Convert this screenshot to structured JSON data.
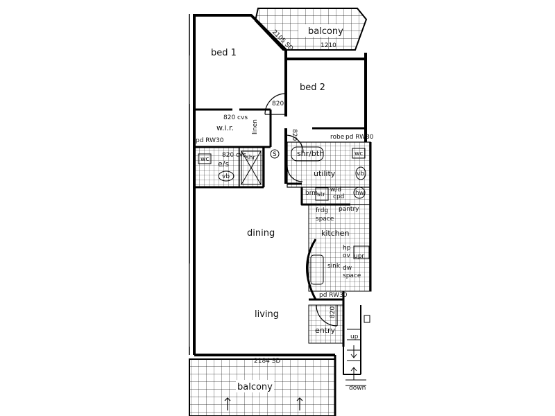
{
  "rooms": {
    "balcony_top": "balcony",
    "bed1": "bed 1",
    "bed2": "bed 2",
    "wir": "w.i.r.",
    "linen": "linen",
    "ensuite": "e/s",
    "shr_bth": "shr/bth",
    "utility": "utility",
    "dining": "dining",
    "kitchen": "kitchen",
    "living": "living",
    "entry": "entry",
    "balcony_bottom": "balcony",
    "brm": "brm",
    "store": "str",
    "pantry": "pantry",
    "fridge": "frdg",
    "fridge2": "space",
    "hp": "hp",
    "oven": "ov",
    "sink": "sink",
    "dw": "dw",
    "dw2": "space",
    "wd": "w/d"
  },
  "fixtures": {
    "wc1": "wc",
    "wc2": "wc",
    "vb1": "vb",
    "vb2": "vb",
    "shr": "shr",
    "hw": "hw",
    "s": "S",
    "cpd": "cpd",
    "robe": "robe"
  },
  "dimensions": {
    "balcony_door": "1210",
    "bed1_door": "2105 SD",
    "bed2_door": "820",
    "wir_door": "820 cvs",
    "bed2_side": "820",
    "robe_top": "pd RW30",
    "bed1_robe": "pd RW30",
    "ensuite_door": "820 cvs",
    "living_door": "2184 SD",
    "kitchen_pd": "pd RW30",
    "entry_door": "820"
  },
  "labels": {
    "up": "up",
    "down": "down",
    "upr": "upr"
  }
}
